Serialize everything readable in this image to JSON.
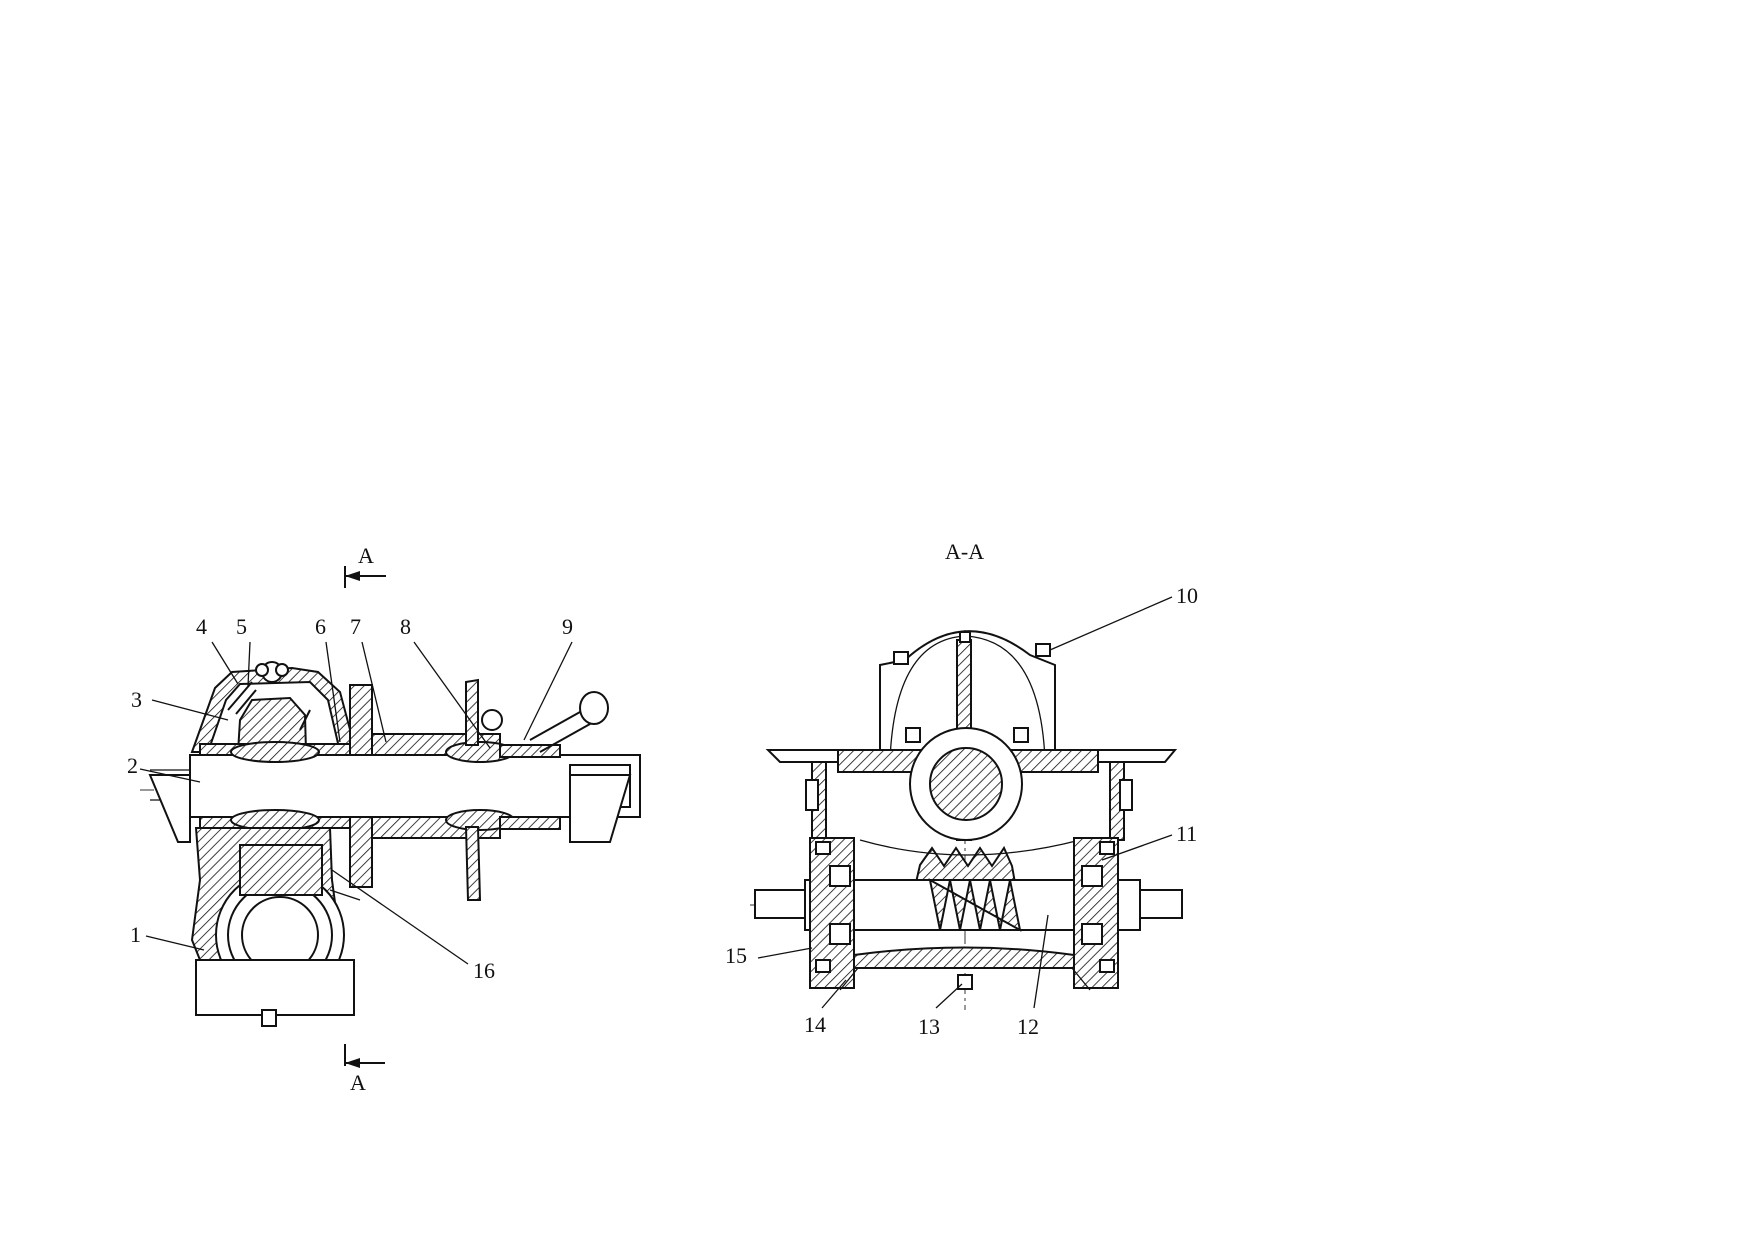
{
  "section_view_title": "A-A",
  "cut_marker_letter": "A",
  "callouts": [
    "1",
    "2",
    "3",
    "4",
    "5",
    "6",
    "7",
    "8",
    "9",
    "10",
    "11",
    "12",
    "13",
    "14",
    "15",
    "16"
  ]
}
